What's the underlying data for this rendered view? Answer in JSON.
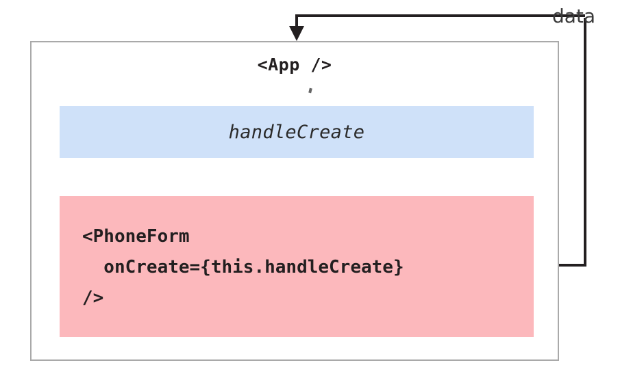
{
  "diagram": {
    "title_text": "<App />",
    "container_name": "app-component-box",
    "border_color": "#a9a9a9",
    "handler": {
      "label": "handleCreate",
      "fill_color": "#cfe1f9"
    },
    "child": {
      "code_lines": "<PhoneForm\n  onCreate={this.handleCreate}\n/>",
      "fill_color": "#fcb8bc"
    },
    "connectors": {
      "data_flow_label": "data",
      "line_color": "#231f20",
      "prop_arrow_name": "handler-to-child-arrow",
      "callback_arrow_name": "child-to-app-data-arrow"
    }
  }
}
